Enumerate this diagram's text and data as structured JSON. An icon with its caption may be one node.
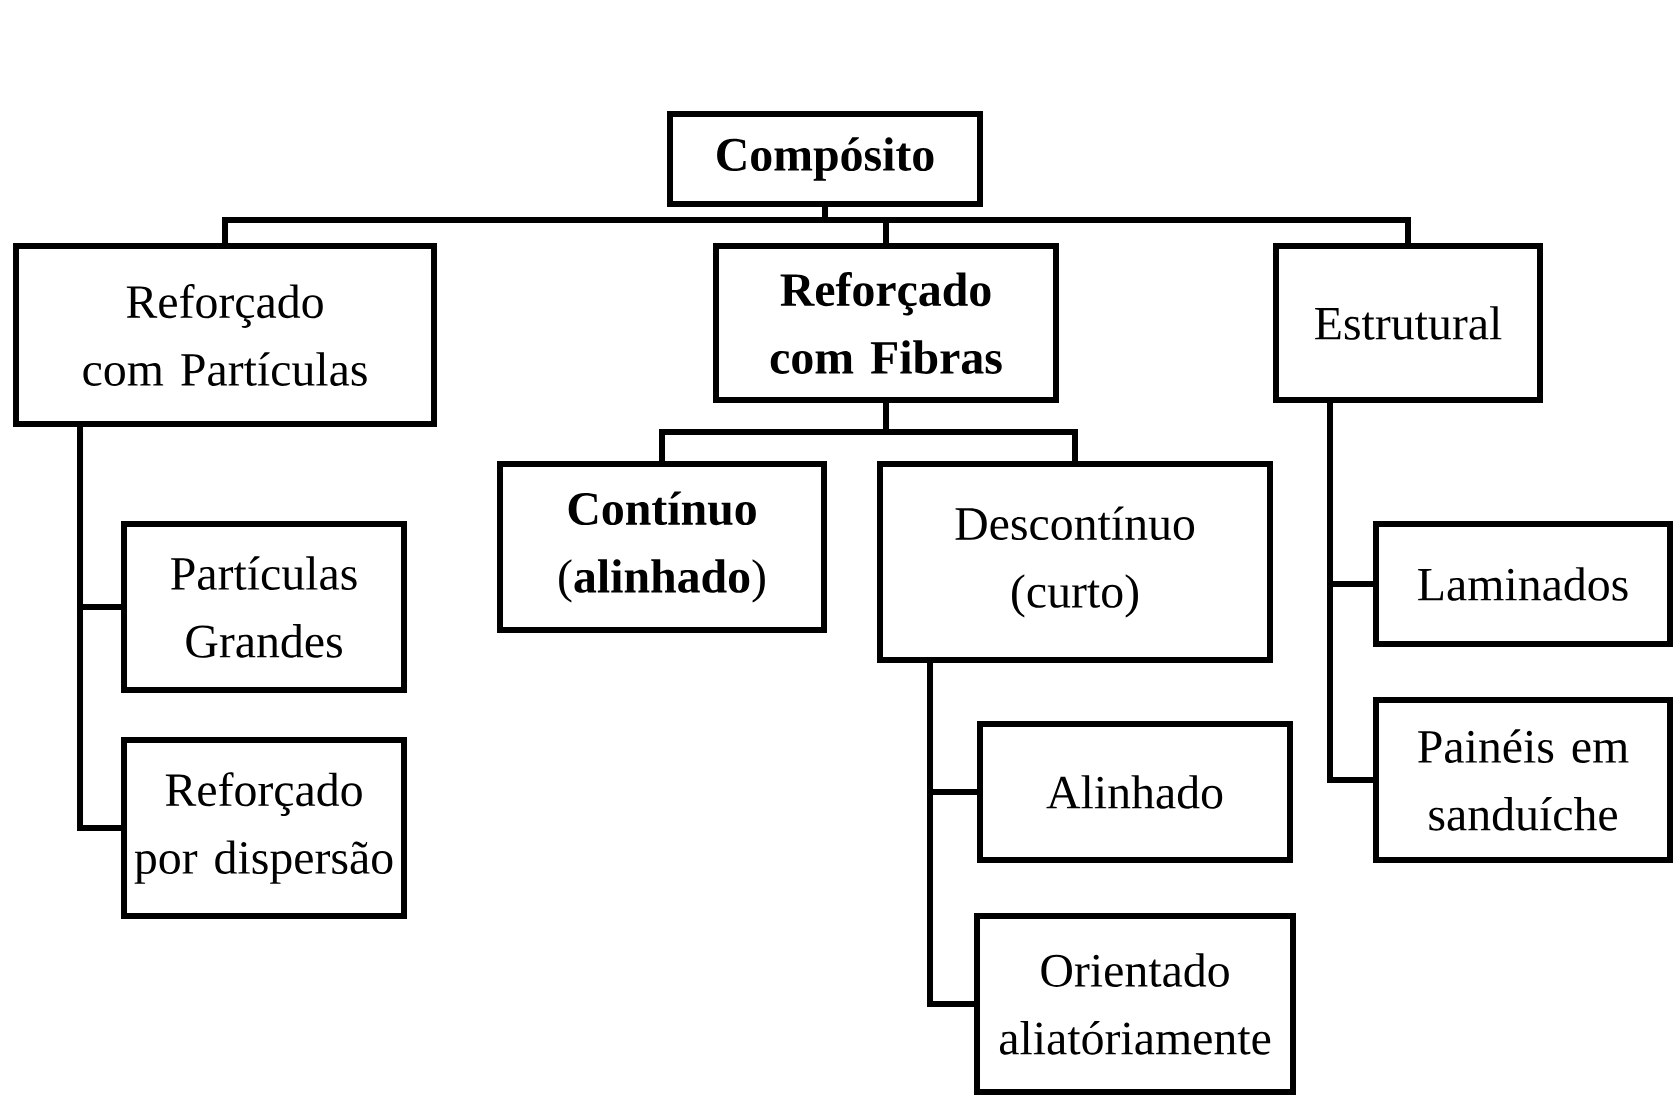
{
  "diagram": {
    "nodes": [
      {
        "text": [
          "Compósito"
        ]
      },
      {
        "text": [
          "Reforçado com Partículas"
        ]
      },
      {
        "text": [
          "Reforçado com Fibras"
        ]
      },
      {
        "text": [
          "Estrutural"
        ]
      },
      {
        "text": [
          "Contínuo",
          "(**alinhado**)"
        ]
      },
      {
        "text": [
          "Descontínuo (curto)"
        ]
      },
      {
        "text": [
          "Partículas Grandes"
        ]
      },
      {
        "text": [
          "Reforçado por dispersão"
        ]
      },
      {
        "text": [
          "Laminados"
        ]
      },
      {
        "text": [
          "Painéis em sanduíche"
        ]
      },
      {
        "text": [
          "Alinhado"
        ]
      },
      {
        "text": [
          "Orientado aliatóriamente"
        ]
      }
    ],
    "edges": [
      {
        "from": 0,
        "to": 1,
        "arrow": "none"
      },
      {
        "from": 0,
        "to": 2,
        "arrow": "none"
      },
      {
        "from": 0,
        "to": 3,
        "arrow": "none"
      },
      {
        "from": 2,
        "to": 4,
        "arrow": "none"
      },
      {
        "from": 2,
        "to": 5,
        "arrow": "none"
      },
      {
        "from": 1,
        "to": 6,
        "arrow": "none"
      },
      {
        "from": 1,
        "to": 7,
        "arrow": "none"
      },
      {
        "from": 3,
        "to": 8,
        "arrow": "none"
      },
      {
        "from": 3,
        "to": 9,
        "arrow": "none"
      },
      {
        "from": 5,
        "to": 10,
        "arrow": "none"
      },
      {
        "from": 5,
        "to": 11,
        "arrow": "none"
      }
    ]
  }
}
